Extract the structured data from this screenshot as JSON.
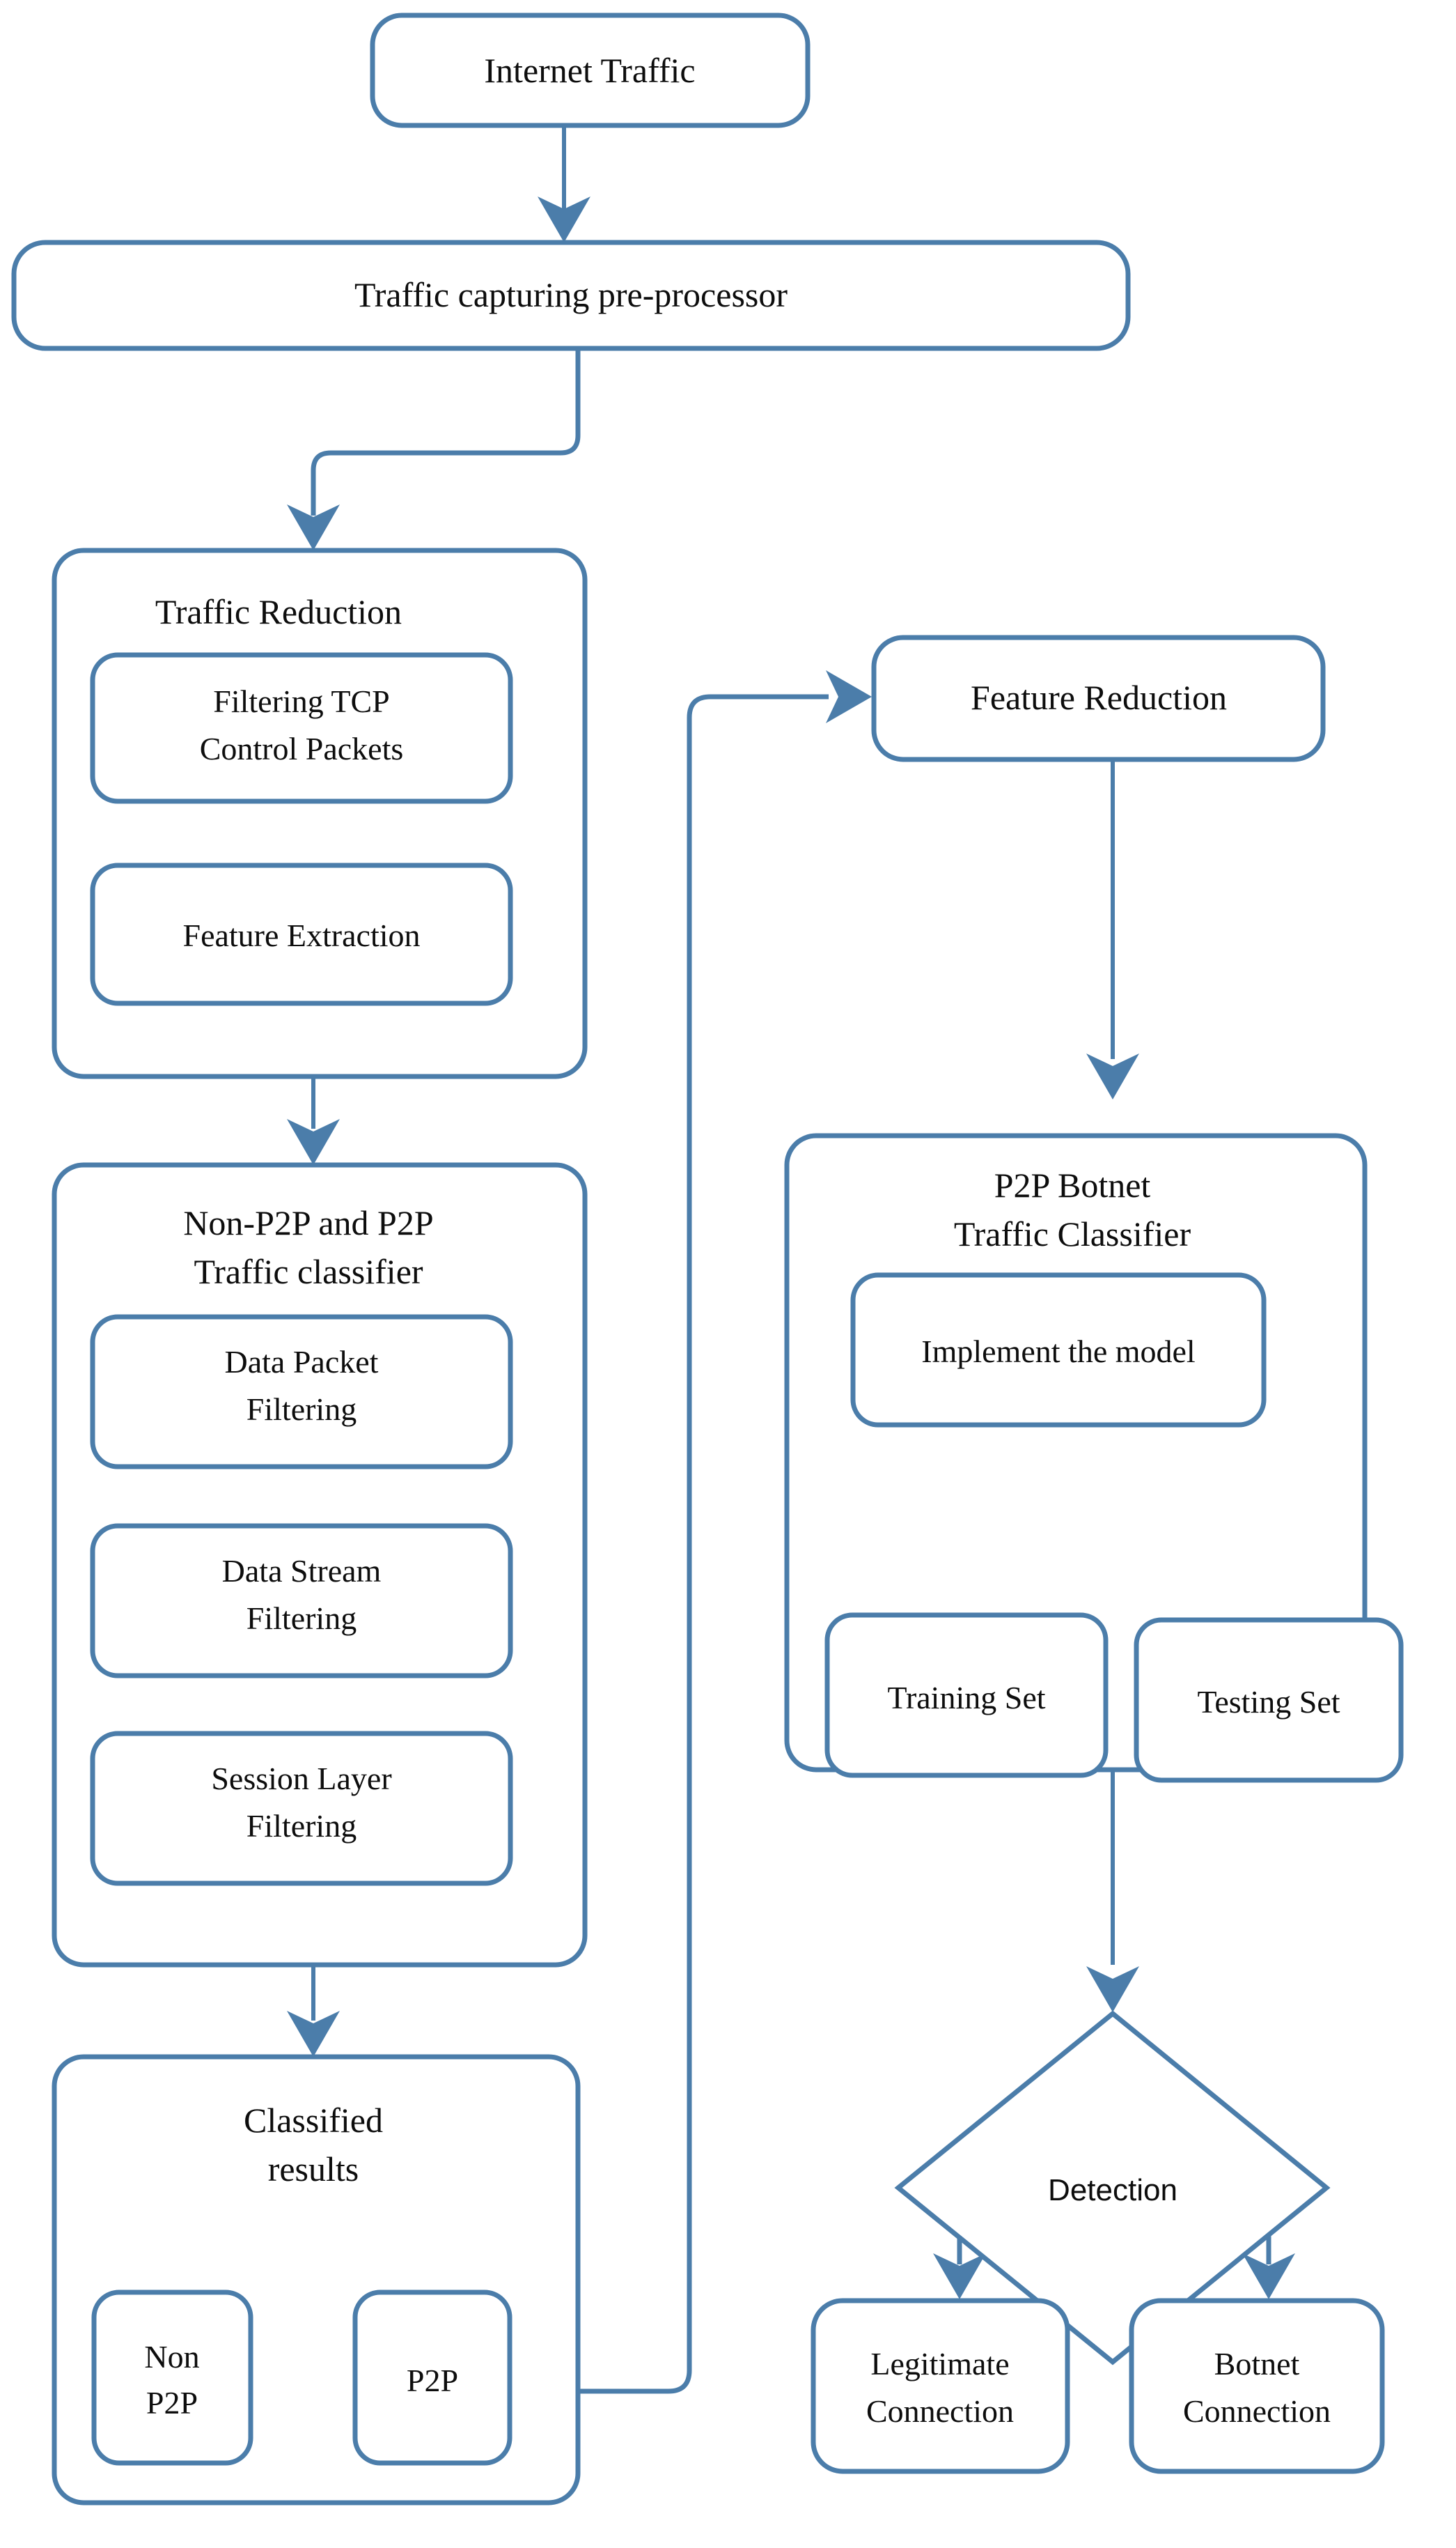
{
  "diagram": {
    "title": "P2P Botnet Traffic Detection Flowchart",
    "colors": {
      "stroke": "#4b7daa",
      "fill": "#ffffff",
      "text": "#0d0d0d"
    },
    "nodes": {
      "internet_traffic": {
        "label": "Internet Traffic"
      },
      "traffic_capturing": {
        "label": "Traffic capturing pre-processor"
      },
      "traffic_reduction": {
        "label": "Traffic Reduction",
        "children": {
          "filtering_tcp_line1": "Filtering TCP",
          "filtering_tcp_line2": "Control Packets",
          "feature_extraction": "Feature Extraction"
        }
      },
      "nonp2p_p2p_classifier": {
        "label_line1": "Non-P2P and P2P",
        "label_line2": "Traffic classifier",
        "children": {
          "data_packet_line1": "Data Packet",
          "data_packet_line2": "Filtering",
          "data_stream_line1": "Data Stream",
          "data_stream_line2": "Filtering",
          "session_layer_line1": "Session Layer",
          "session_layer_line2": "Filtering"
        }
      },
      "classified_results": {
        "label_line1": "Classified",
        "label_line2": "results",
        "children": {
          "non_p2p_line1": "Non",
          "non_p2p_line2": "P2P",
          "p2p": "P2P"
        }
      },
      "feature_reduction": {
        "label": "Feature Reduction"
      },
      "p2p_botnet_classifier": {
        "label_line1": "P2P Botnet",
        "label_line2": "Traffic Classifier",
        "children": {
          "implement_model": "Implement the model",
          "training_set": "Training Set",
          "testing_set": "Testing Set"
        }
      },
      "detection": {
        "label": "Detection"
      },
      "legitimate_connection": {
        "label_line1": "Legitimate",
        "label_line2": "Connection"
      },
      "botnet_connection": {
        "label_line1": "Botnet",
        "label_line2": "Connection"
      }
    }
  }
}
